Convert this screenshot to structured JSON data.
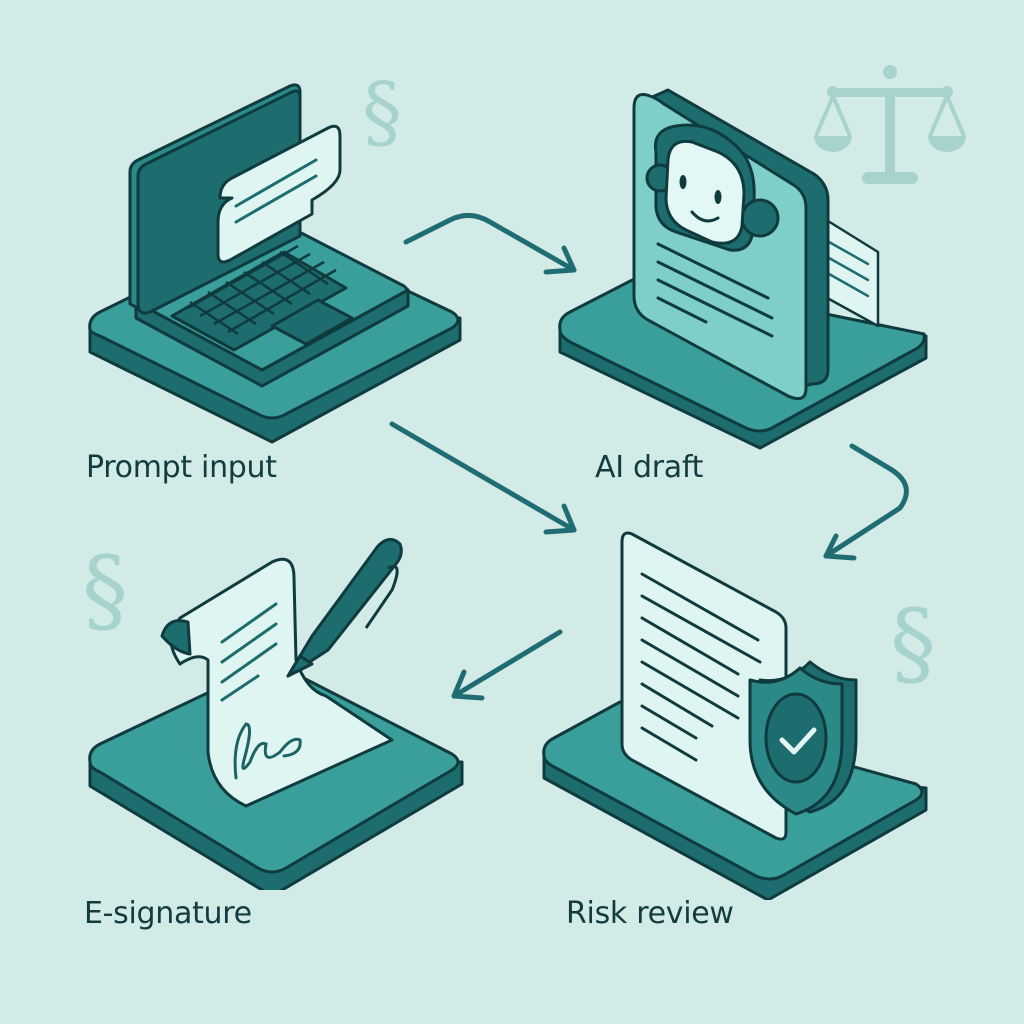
{
  "diagram": {
    "type": "workflow",
    "theme_colors": {
      "background": "#d3ebe7",
      "platform_top": "#3a9f9b",
      "platform_side": "#1d6d6e",
      "outline": "#0f3b3e",
      "paper": "#dff5f2",
      "dark_accent": "#1b6365",
      "arrow": "#1f6d73",
      "watermark": "#a6d3ce"
    },
    "steps": [
      {
        "id": "prompt-input",
        "label": "Prompt input",
        "icon": "laptop-with-chat-bubble"
      },
      {
        "id": "ai-draft",
        "label": "AI draft",
        "icon": "robot-document"
      },
      {
        "id": "risk-review",
        "label": "Risk review",
        "icon": "document-with-shield-check"
      },
      {
        "id": "e-signature",
        "label": "E-signature",
        "icon": "scroll-with-pen-signature"
      }
    ],
    "connections": [
      {
        "from": "prompt-input",
        "to": "ai-draft"
      },
      {
        "from": "prompt-input",
        "to": "risk-review"
      },
      {
        "from": "ai-draft",
        "to": "risk-review"
      },
      {
        "from": "risk-review",
        "to": "e-signature"
      }
    ],
    "background_glyphs": [
      {
        "name": "section-sign",
        "char": "§"
      },
      {
        "name": "section-sign",
        "char": "§"
      },
      {
        "name": "section-sign",
        "char": "§"
      },
      {
        "name": "scales-of-justice",
        "char": ""
      }
    ]
  }
}
